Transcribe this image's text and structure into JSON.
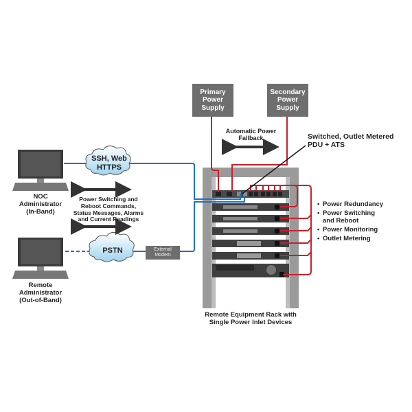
{
  "power": {
    "primary": "Primary Power Supply",
    "secondary": "Secondary Power Supply",
    "fallback": "Automatic Power Fallback"
  },
  "pdu_label": "Switched, Outlet Metered PDU + ATS",
  "noc": {
    "label_line1": "NOC",
    "label_line2": "Administrator",
    "label_line3": "(In-Band)"
  },
  "remote": {
    "label_line1": "Remote",
    "label_line2": "Administrator",
    "label_line3": "(Out-of-Band)"
  },
  "clouds": {
    "ssh_line1": "SSH, Web",
    "ssh_line2": "HTTPS",
    "pstn": "PSTN"
  },
  "commands": {
    "line1": "Power Switching and",
    "line2": "Reboot Commands,",
    "line3": "Status Messages, Alarms",
    "line4": "and Current Readings"
  },
  "modem": {
    "line1": "External",
    "line2": "Modem"
  },
  "features": [
    "Power Redundancy",
    "Power Switching and Reboot",
    "Power Monitoring",
    "Outlet Metering"
  ],
  "rack_label": {
    "line1": "Remote Equipment Rack with",
    "line2": "Single Power Inlet Devices"
  },
  "colors": {
    "power_line": "#cc1f2a",
    "network_line": "#1f6fc6",
    "box_gray": "#6e6e6e",
    "cloud": "#cfe9f5"
  }
}
